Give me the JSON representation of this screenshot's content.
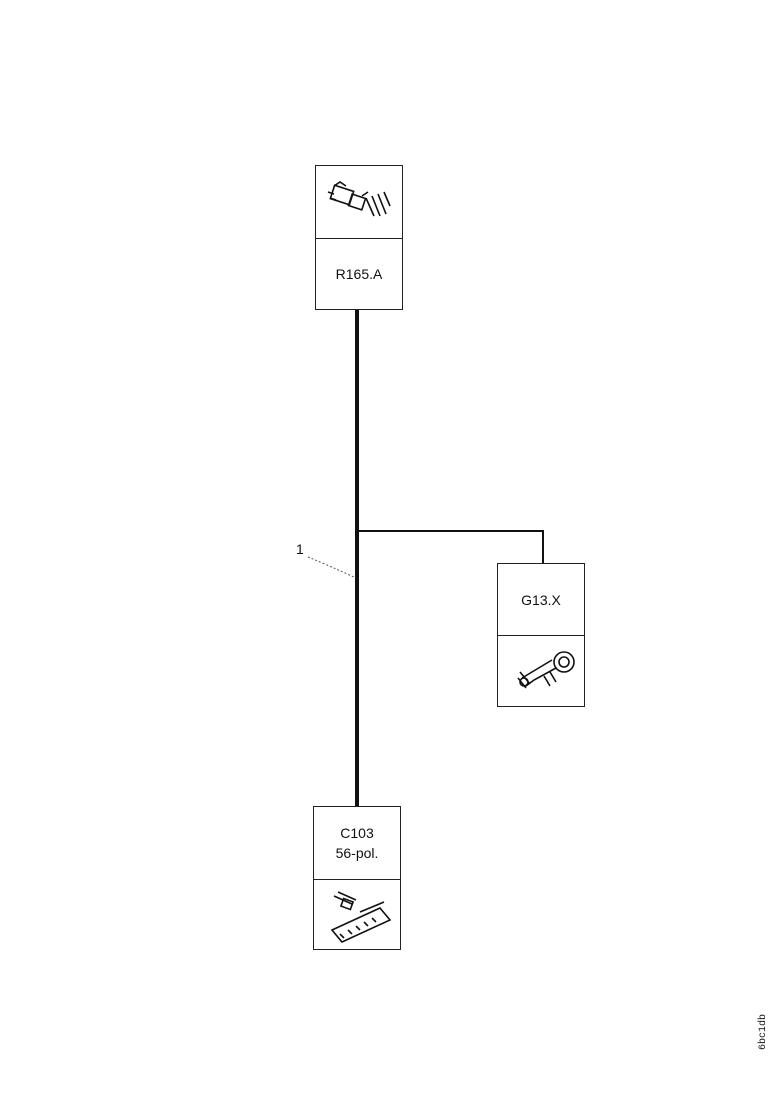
{
  "components": {
    "top": {
      "code": "R165.A",
      "icon": "relay-terminal-icon"
    },
    "right": {
      "code": "G13.X",
      "icon": "connector-terminal-icon"
    },
    "bottom": {
      "code": "C103",
      "spec": "56-pol.",
      "icon": "multi-pin-connector-icon"
    }
  },
  "wire": {
    "label": "1"
  },
  "figure_code": "6bc1db"
}
